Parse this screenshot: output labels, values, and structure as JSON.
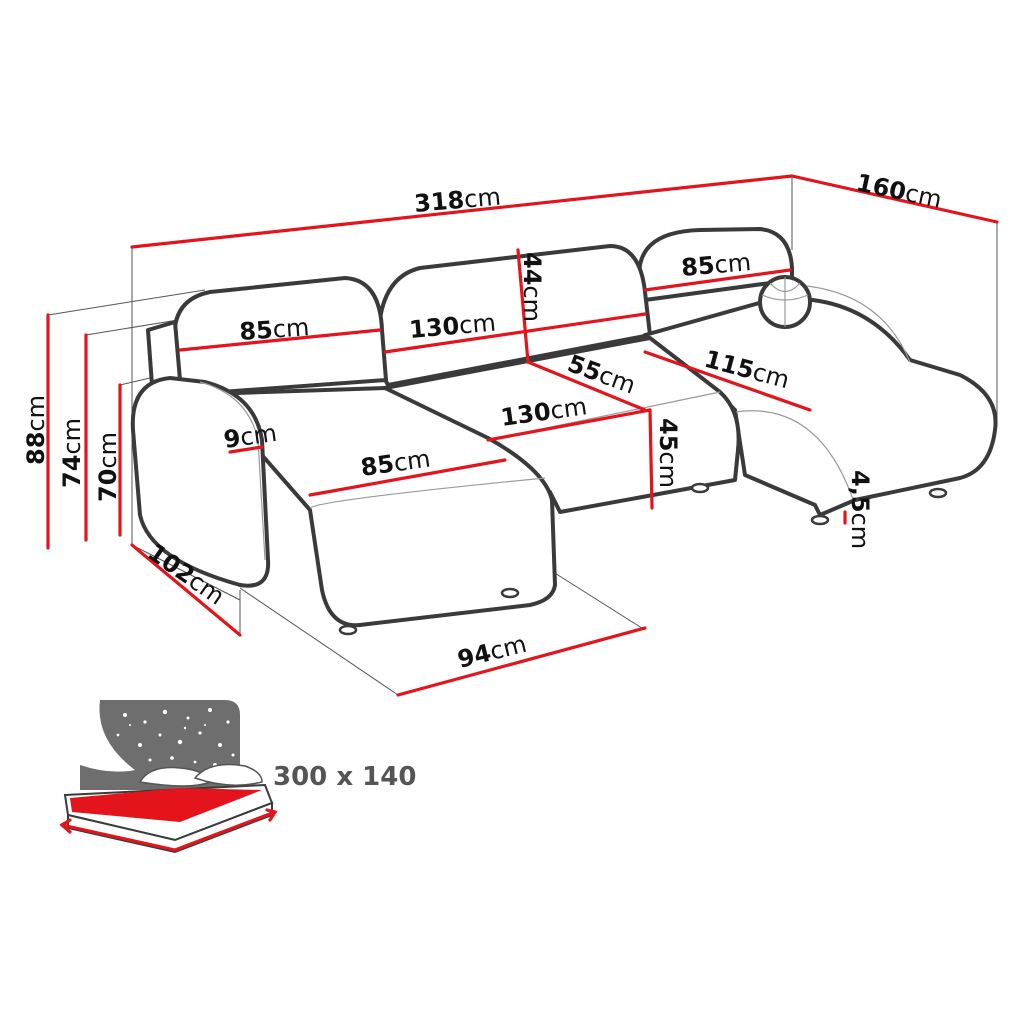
{
  "unit": "cm",
  "dimensions": {
    "width_total": "318",
    "depth_total": "160",
    "height_88": "88",
    "height_74": "74",
    "height_70": "70",
    "back_left": "85",
    "back_mid": "130",
    "back_right": "85",
    "back_height": "44",
    "arm_width": "9",
    "seat_left": "85",
    "seat_mid_width": "130",
    "seat_mid_depth": "55",
    "seat_height": "45",
    "chaise_right_len": "115",
    "leg_height": "4,5",
    "chaise_left_depth": "102",
    "chaise_left_width": "94"
  },
  "bed": {
    "size_label": "300 x 140"
  },
  "colors": {
    "dimension_line": "#e3141b",
    "outline": "#3a3a3a",
    "bed_surface": "#e3141b",
    "night_sky": "#6e6e6e"
  },
  "icons": [
    "bed-icon",
    "star-icon",
    "moon-icon",
    "pillow-icon"
  ]
}
